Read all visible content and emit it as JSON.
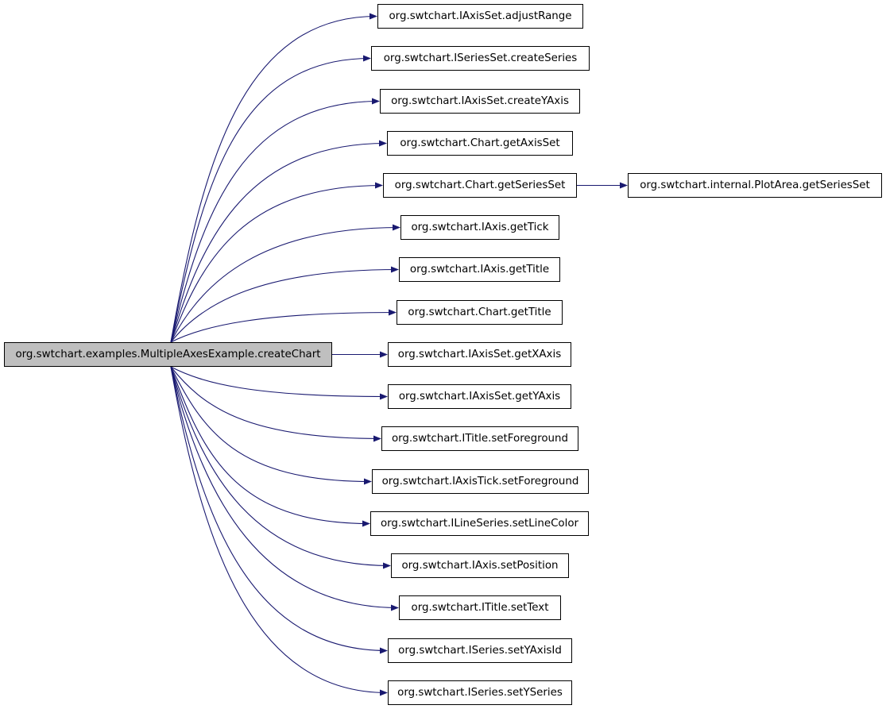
{
  "graph": {
    "edge_color": "#191970",
    "root": {
      "label": "org.swtchart.examples.MultipleAxesExample.createChart",
      "fill": "#bfbfbf"
    },
    "callees": [
      {
        "label": "org.swtchart.IAxisSet.adjustRange"
      },
      {
        "label": "org.swtchart.ISeriesSet.createSeries"
      },
      {
        "label": "org.swtchart.IAxisSet.createYAxis"
      },
      {
        "label": "org.swtchart.Chart.getAxisSet"
      },
      {
        "label": "org.swtchart.Chart.getSeriesSet"
      },
      {
        "label": "org.swtchart.IAxis.getTick"
      },
      {
        "label": "org.swtchart.IAxis.getTitle"
      },
      {
        "label": "org.swtchart.Chart.getTitle"
      },
      {
        "label": "org.swtchart.IAxisSet.getXAxis"
      },
      {
        "label": "org.swtchart.IAxisSet.getYAxis"
      },
      {
        "label": "org.swtchart.ITitle.setForeground"
      },
      {
        "label": "org.swtchart.IAxisTick.setForeground"
      },
      {
        "label": "org.swtchart.ILineSeries.setLineColor"
      },
      {
        "label": "org.swtchart.IAxis.setPosition"
      },
      {
        "label": "org.swtchart.ITitle.setText"
      },
      {
        "label": "org.swtchart.ISeries.setYAxisId"
      },
      {
        "label": "org.swtchart.ISeries.setYSeries"
      }
    ],
    "secondary": {
      "label": "org.swtchart.internal.PlotArea.getSeriesSet",
      "caller": "org.swtchart.Chart.getSeriesSet"
    }
  }
}
